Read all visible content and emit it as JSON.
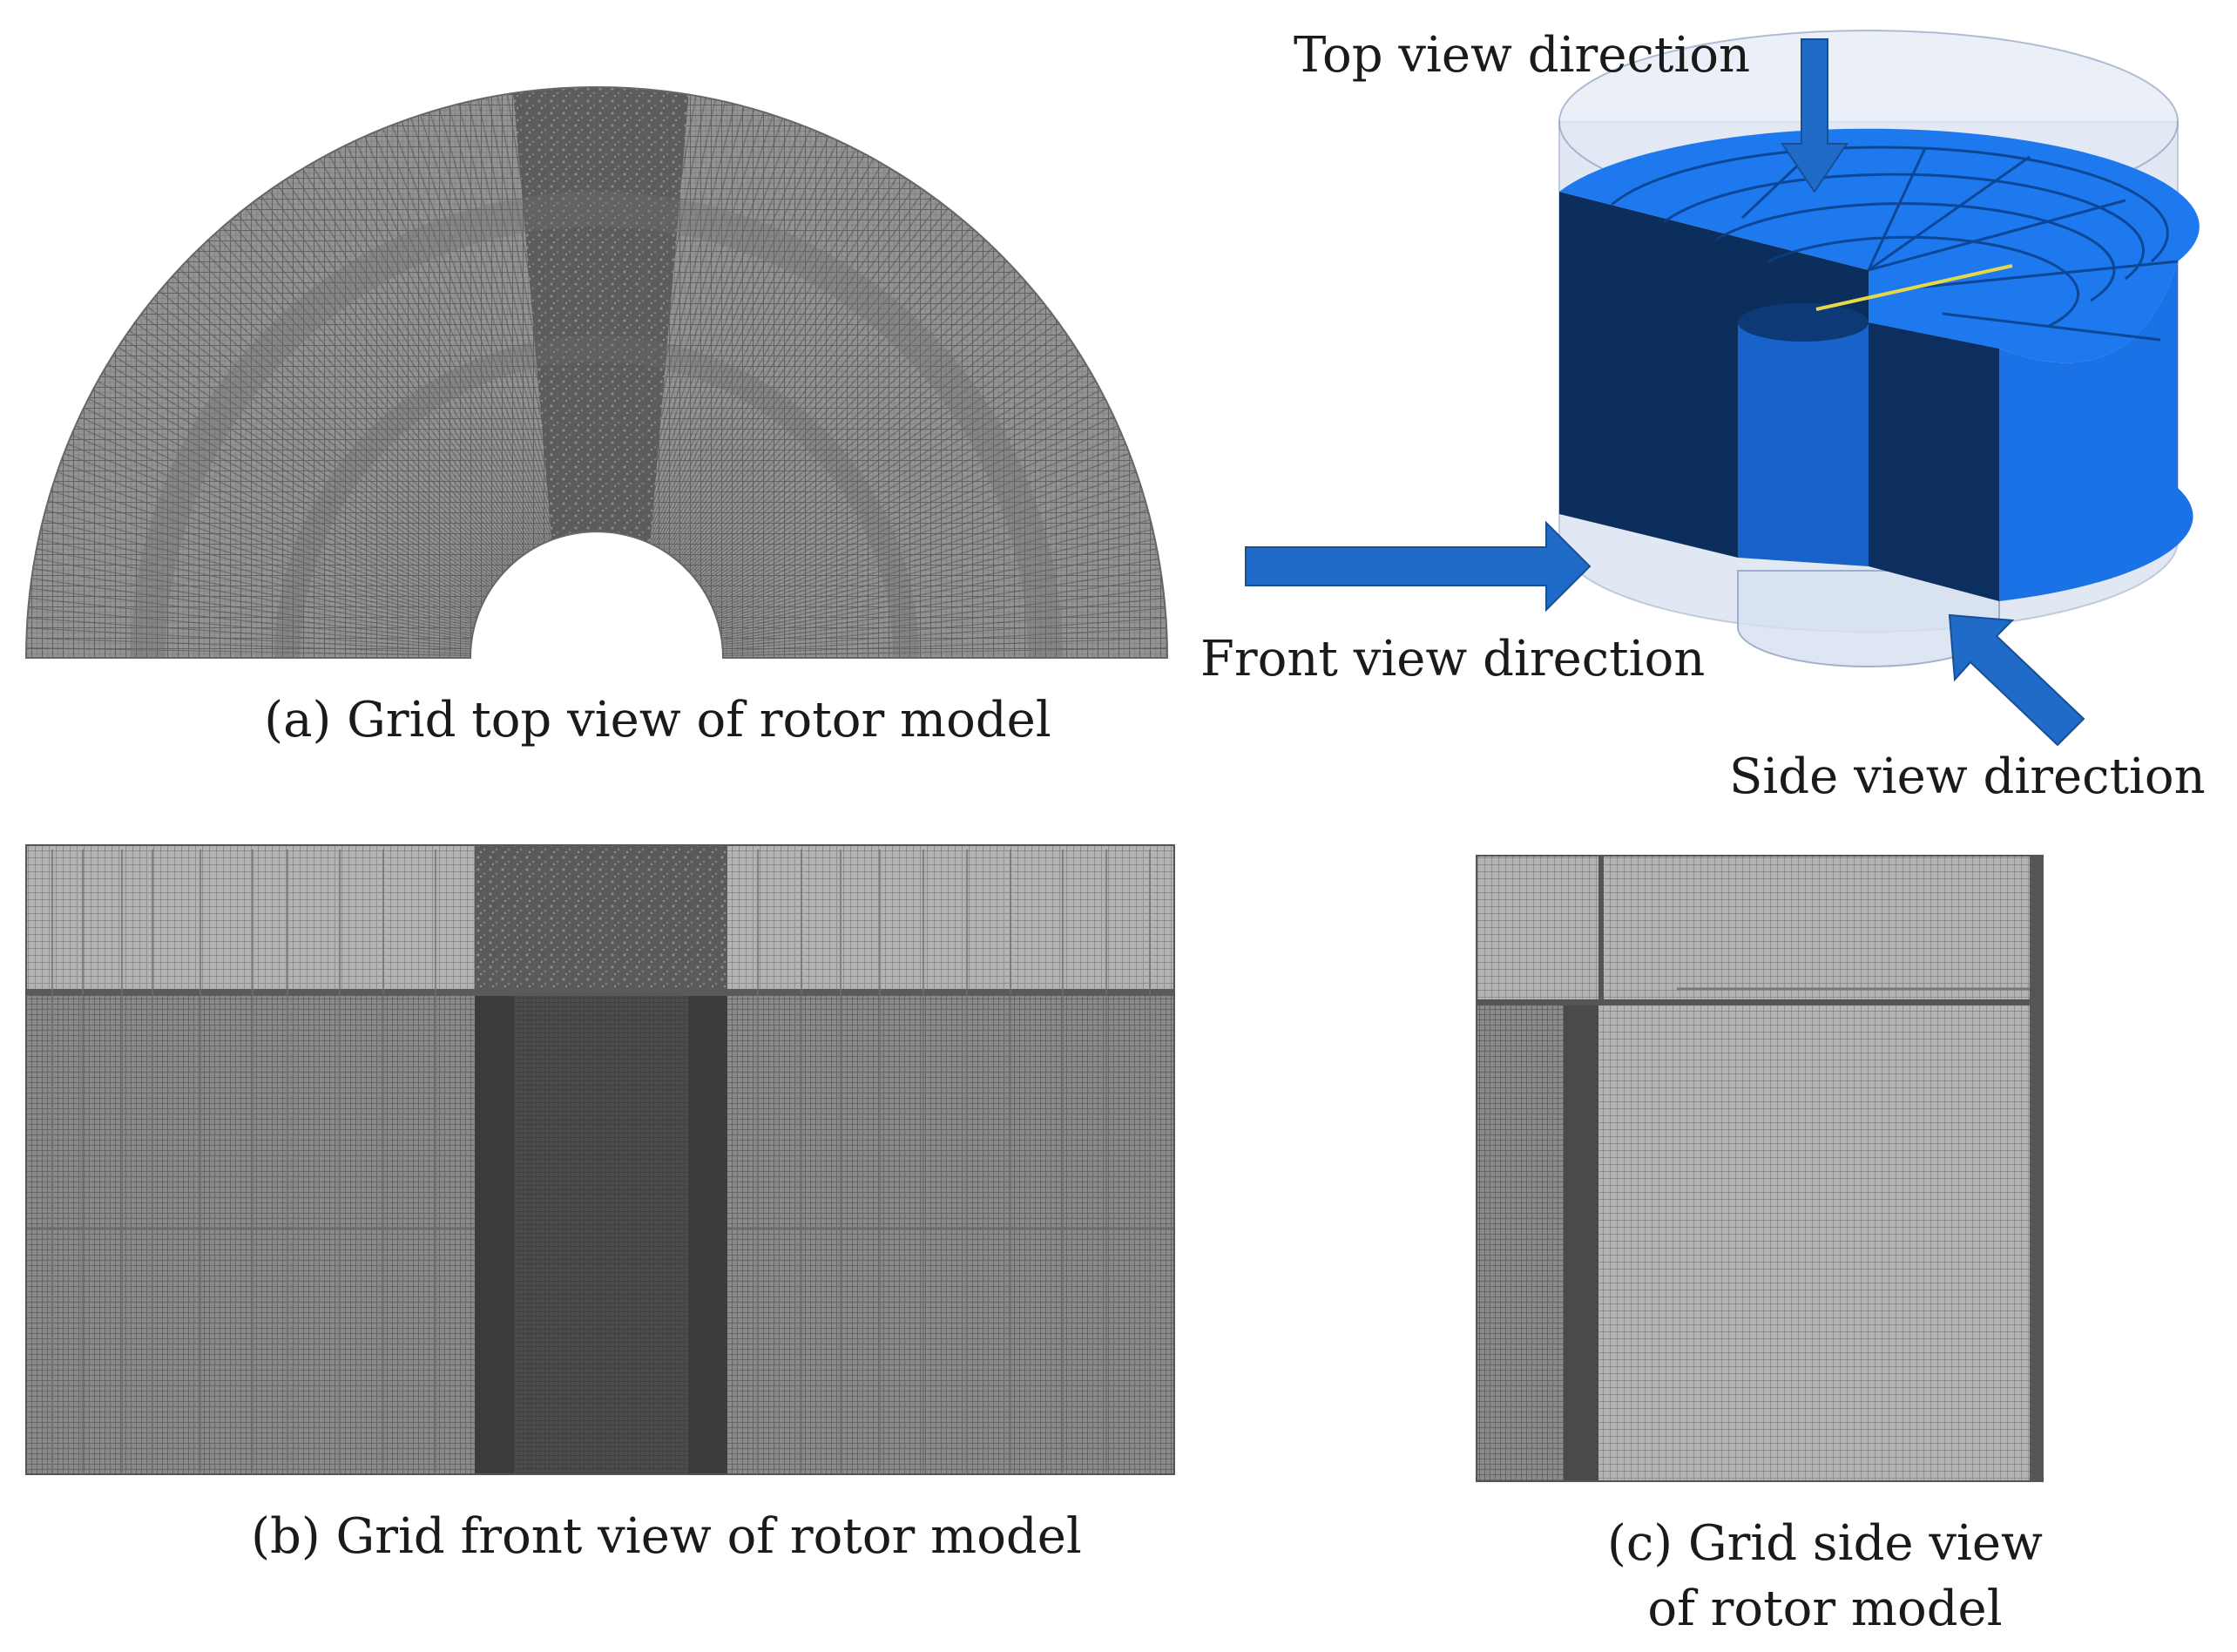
{
  "labels": {
    "top_view": "Top view direction",
    "front_view": "Front view direction",
    "side_view": "Side view direction"
  },
  "captions": {
    "a": "(a) Grid top view of rotor model",
    "b": "(b) Grid front view of rotor model",
    "c_line1": "(c) Grid side view",
    "c_line2": "of rotor model"
  },
  "colors": {
    "mesh_light": "#8c8c8c",
    "mesh_dark": "#4a4a4a",
    "rotor_blue": "#1a6fe0",
    "rotor_dark": "#0a2a55",
    "housing": "#c9d6ec",
    "arrow": "#1f6bc7",
    "indicator_line": "#e6d84a"
  }
}
